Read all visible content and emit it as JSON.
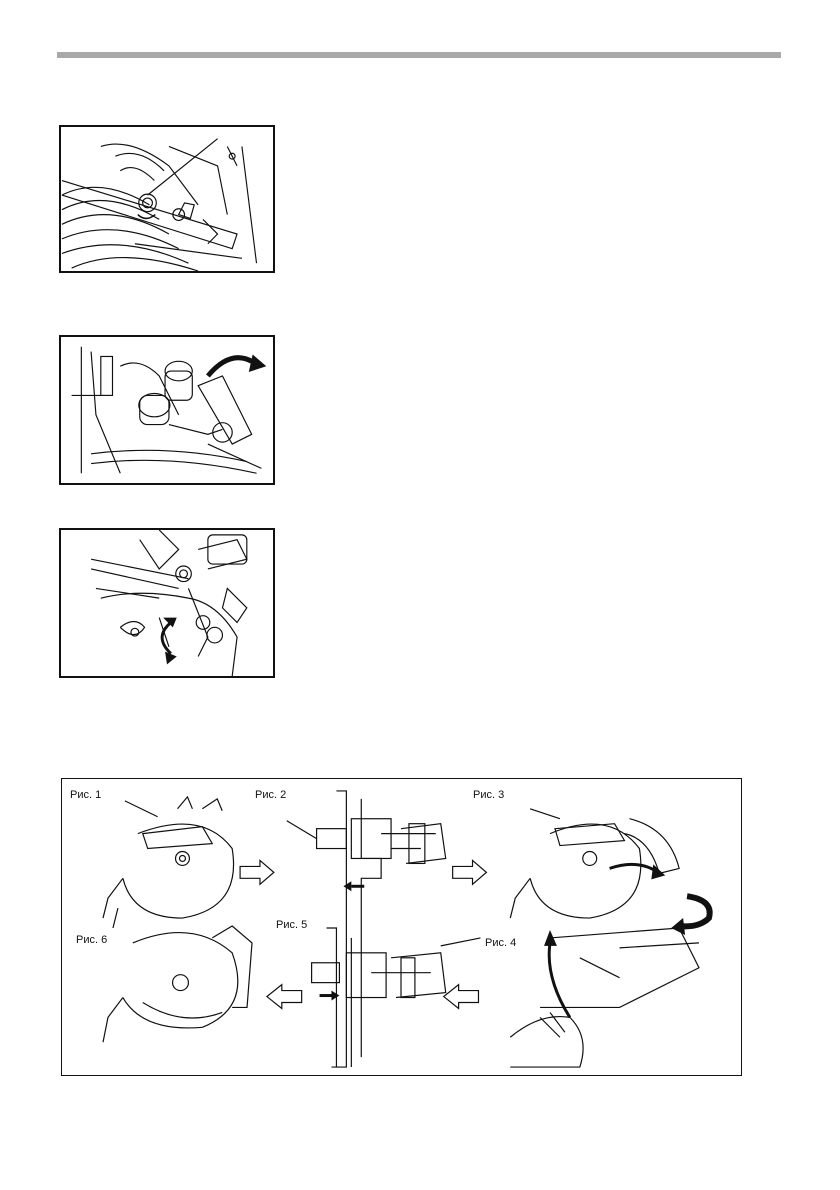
{
  "steps": {
    "fig1": "Рис. 1",
    "fig2": "Рис. 2",
    "fig3": "Рис. 3",
    "fig4": "Рис. 4",
    "fig5": "Рис. 5",
    "fig6": "Рис. 6"
  },
  "colors": {
    "line": "#111111",
    "rule": "#a9a9a9"
  }
}
